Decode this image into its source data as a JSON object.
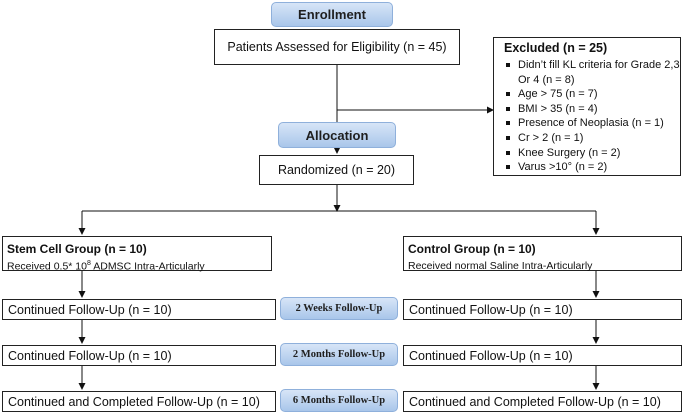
{
  "enrollment": {
    "label": "Enrollment"
  },
  "assessed": {
    "text": "Patients Assessed for Eligibility (n = 45)"
  },
  "excluded": {
    "title": "Excluded (n = 25)",
    "items": [
      "Didn’t fill KL criteria for Grade 2,3 Or 4 (n = 8)",
      "Age > 75 (n = 7)",
      "BMI > 35 (n = 4)",
      "Presence of Neoplasia (n = 1)",
      "Cr > 2 (n = 1)",
      "Knee Surgery (n = 2)",
      "Varus >10° (n = 2)"
    ]
  },
  "allocation": {
    "label": "Allocation"
  },
  "randomized": {
    "text": "Randomized (n = 20)"
  },
  "stem_group": {
    "title": "Stem Cell Group (n = 10)",
    "sub_prefix": "Received 0.5* 10",
    "sub_sup": "8",
    "sub_suffix": " ADMSC Intra-Articularly"
  },
  "control_group": {
    "title": "Control Group (n = 10)",
    "sub": "Received normal Saline Intra-Articularly"
  },
  "followups": [
    {
      "stage": "2 Weeks Follow-Up",
      "left": "Continued Follow-Up (n = 10)",
      "right": "Continued Follow-Up (n = 10)"
    },
    {
      "stage": "2 Months Follow-Up",
      "left": "Continued Follow-Up (n = 10)",
      "right": "Continued Follow-Up (n = 10)"
    },
    {
      "stage": "6 Months Follow-Up",
      "left": "Continued and Completed Follow-Up (n = 10)",
      "right": "Continued and Completed Follow-Up (n = 10)"
    }
  ]
}
